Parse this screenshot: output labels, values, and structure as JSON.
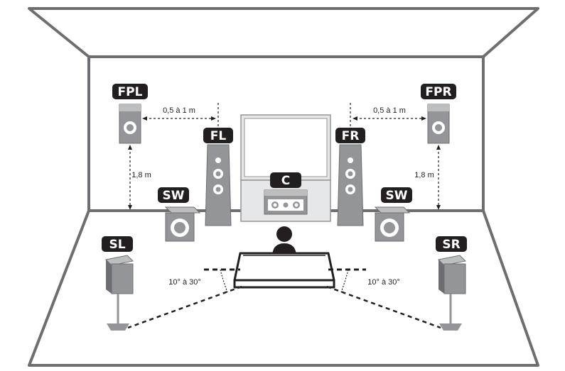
{
  "speakers": {
    "fpl": "FPL",
    "fpr": "FPR",
    "fl": "FL",
    "fr": "FR",
    "c": "C",
    "sw_left": "SW",
    "sw_right": "SW",
    "sl": "SL",
    "sr": "SR"
  },
  "annotations": {
    "distance_left": "0,5 à 1 m",
    "distance_right": "0,5 à 1 m",
    "height_left": "1,8 m",
    "height_right": "1,8 m",
    "angle_left": "10° à 30°",
    "angle_right": "10° à 30°"
  },
  "colors": {
    "outline": "#6d6e71",
    "label_bg": "#231f20",
    "speaker_fill": "#939598",
    "screen_fill": "#e6e7e8",
    "line": "#231f20"
  }
}
